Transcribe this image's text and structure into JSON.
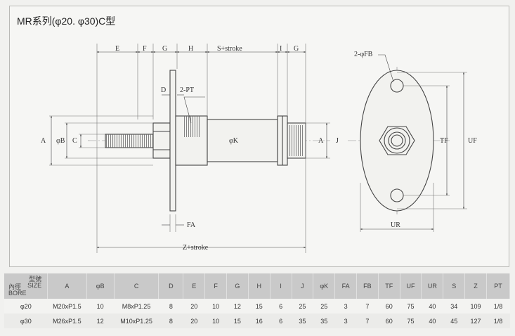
{
  "title": "MR系列(φ20. φ30)C型",
  "diagram": {
    "labels": {
      "E": "E",
      "F": "F",
      "G": "G",
      "H": "H",
      "S_stroke": "S+stroke",
      "I": "I",
      "G2": "G",
      "D": "D",
      "PT": "2-PT",
      "A": "A",
      "B": "φB",
      "C": "C",
      "K": "φK",
      "A2": "A",
      "J": "J",
      "FA": "FA",
      "Z_stroke": "Z+stroke",
      "FB": "2-φFB",
      "TF": "TF",
      "UF": "UF",
      "UR": "UR"
    }
  },
  "table": {
    "corner_top": [
      "型號",
      "SIZE"
    ],
    "corner_bottom": [
      "內徑",
      "BORE"
    ],
    "headers": [
      "A",
      "φB",
      "C",
      "D",
      "E",
      "F",
      "G",
      "H",
      "I",
      "J",
      "φK",
      "FA",
      "FB",
      "TF",
      "UF",
      "UR",
      "S",
      "Z",
      "PT"
    ],
    "rows": [
      {
        "bore": "φ20",
        "cells": [
          "M20xP1.5",
          "10",
          "M8xP1.25",
          "8",
          "20",
          "10",
          "12",
          "15",
          "6",
          "25",
          "25",
          "3",
          "7",
          "60",
          "75",
          "40",
          "34",
          "109",
          "1/8"
        ]
      },
      {
        "bore": "φ30",
        "cells": [
          "M26xP1.5",
          "12",
          "M10xP1.25",
          "8",
          "20",
          "10",
          "15",
          "16",
          "6",
          "35",
          "35",
          "3",
          "7",
          "60",
          "75",
          "40",
          "45",
          "127",
          "1/8"
        ]
      }
    ]
  }
}
